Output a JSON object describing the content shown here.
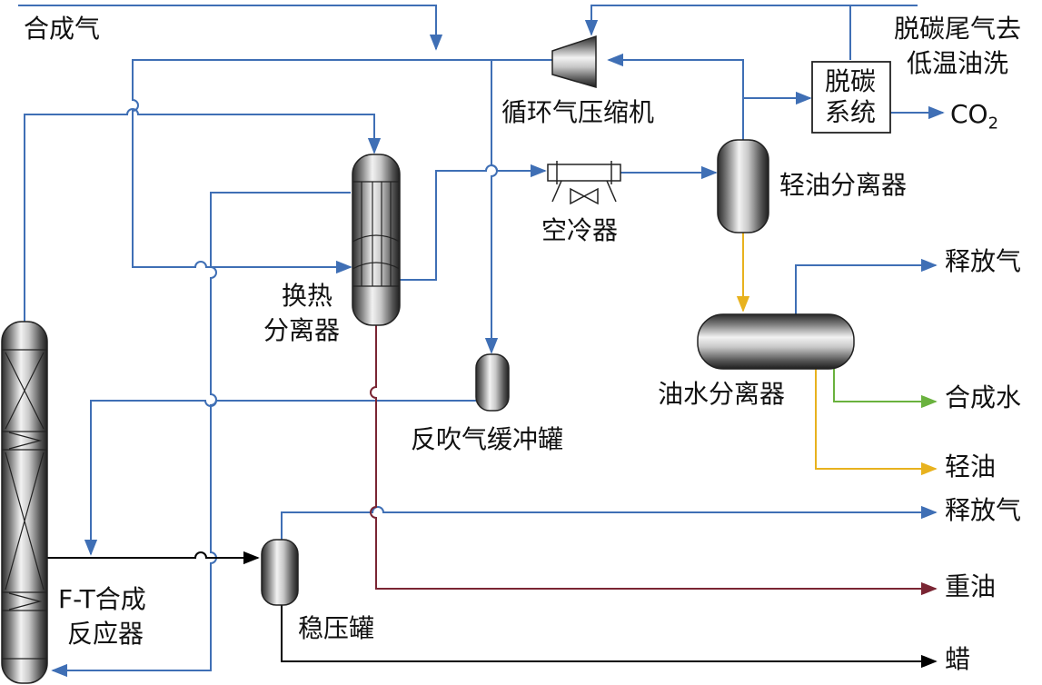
{
  "labels": {
    "syngas_in": "合成气",
    "decarb_tail_1": "脱碳尾气去",
    "decarb_tail_2": "低温油洗",
    "compressor": "循环气压缩机",
    "decarb_sys_1": "脱碳",
    "decarb_sys_2": "系统",
    "co2": "CO",
    "co2_sub": "2",
    "light_oil_sep": "轻油分离器",
    "air_cooler": "空冷器",
    "hx_sep_1": "换热",
    "hx_sep_2": "分离器",
    "release_gas_1": "释放气",
    "oil_water_sep": "油水分离器",
    "back_blow_tank": "反吹气缓冲罐",
    "synthetic_water": "合成水",
    "light_oil": "轻油",
    "release_gas_2": "释放气",
    "ft_reactor_1": "F-T合成",
    "ft_reactor_2": "反应器",
    "surge_tank": "稳压罐",
    "heavy_oil": "重油",
    "wax": "蜡"
  },
  "colors": {
    "gas": "#3f6fb5",
    "oil": "#e8b21e",
    "water": "#6ab23e",
    "heavy": "#7a2533",
    "product": "#000000"
  }
}
